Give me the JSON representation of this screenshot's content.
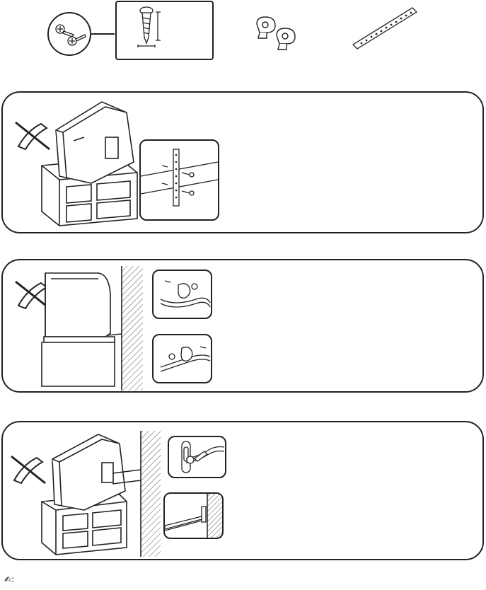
{
  "parts": {
    "screws_icon": "screw-pair-icon",
    "screw_detail_icon": "screw-dimension-icon",
    "clamps_icon": "wire-clamp-icon",
    "strap_icon": "perforated-strap-icon"
  },
  "panels": [
    {
      "id": "tv-stand-strap",
      "warning_icon": "crossed-tilt-warning-icon"
    },
    {
      "id": "wall-clamp",
      "warning_icon": "crossed-tilt-warning-icon"
    },
    {
      "id": "wall-hook-cord",
      "warning_icon": "crossed-tilt-warning-icon"
    }
  ],
  "footer": {
    "note_symbol": "✍",
    "note_colon": ":"
  },
  "colors": {
    "line": "#222222",
    "hatch": "#555555",
    "panel_border": "#222222"
  }
}
